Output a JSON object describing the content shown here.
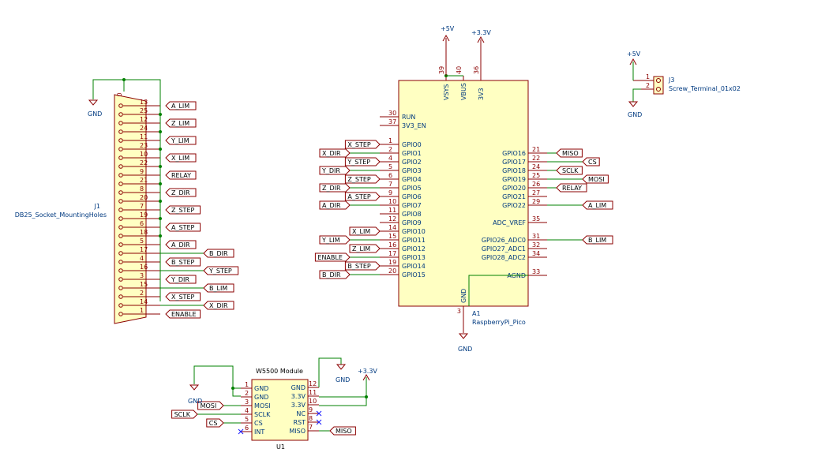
{
  "j1": {
    "ref": "J1",
    "value": "DB25_Socket_MountingHoles",
    "mount_pin": "0",
    "pins": [
      {
        "num": "13",
        "label": "A_LIM"
      },
      {
        "num": "25",
        "label": ""
      },
      {
        "num": "12",
        "label": "Z_LIM"
      },
      {
        "num": "24",
        "label": ""
      },
      {
        "num": "11",
        "label": "Y_LIM"
      },
      {
        "num": "23",
        "label": ""
      },
      {
        "num": "10",
        "label": "X_LIM"
      },
      {
        "num": "22",
        "label": ""
      },
      {
        "num": "9",
        "label": "RELAY"
      },
      {
        "num": "21",
        "label": ""
      },
      {
        "num": "8",
        "label": "Z_DIR"
      },
      {
        "num": "20",
        "label": ""
      },
      {
        "num": "7",
        "label": "Z_STEP"
      },
      {
        "num": "19",
        "label": ""
      },
      {
        "num": "6",
        "label": "A_STEP"
      },
      {
        "num": "18",
        "label": ""
      },
      {
        "num": "5",
        "label": "A_DIR"
      },
      {
        "num": "17",
        "label": "B_DIR"
      },
      {
        "num": "4",
        "label": "B_STEP"
      },
      {
        "num": "16",
        "label": "Y_STEP"
      },
      {
        "num": "3",
        "label": "Y_DIR"
      },
      {
        "num": "15",
        "label": "B_LIM"
      },
      {
        "num": "2",
        "label": "X_STEP"
      },
      {
        "num": "14",
        "label": "X_DIR"
      },
      {
        "num": "1",
        "label": "ENABLE"
      }
    ]
  },
  "a1": {
    "ref": "A1",
    "value": "RaspberryPi_Pico",
    "top_pins": [
      {
        "num": "39",
        "name": "VSYS",
        "net": "+5V"
      },
      {
        "num": "40",
        "name": "VBUS",
        "net": ""
      },
      {
        "num": "36",
        "name": "3V3",
        "net": "+3.3V"
      }
    ],
    "left_pins": [
      {
        "num": "30",
        "name": "RUN",
        "label": ""
      },
      {
        "num": "37",
        "name": "3V3_EN",
        "label": ""
      },
      {
        "num": "1",
        "name": "GPIO0",
        "label": "X_STEP"
      },
      {
        "num": "2",
        "name": "GPIO1",
        "label": "X_DIR"
      },
      {
        "num": "4",
        "name": "GPIO2",
        "label": "Y_STEP"
      },
      {
        "num": "5",
        "name": "GPIO3",
        "label": "Y_DIR"
      },
      {
        "num": "6",
        "name": "GPIO4",
        "label": "Z_STEP"
      },
      {
        "num": "7",
        "name": "GPIO5",
        "label": "Z_DIR"
      },
      {
        "num": "9",
        "name": "GPIO6",
        "label": "A_STEP"
      },
      {
        "num": "10",
        "name": "GPIO7",
        "label": "A_DIR"
      },
      {
        "num": "11",
        "name": "GPIO8",
        "label": ""
      },
      {
        "num": "12",
        "name": "GPIO9",
        "label": ""
      },
      {
        "num": "14",
        "name": "GPIO10",
        "label": "X_LIM"
      },
      {
        "num": "15",
        "name": "GPIO11",
        "label": "Y_LIM"
      },
      {
        "num": "16",
        "name": "GPIO12",
        "label": "Z_LIM"
      },
      {
        "num": "17",
        "name": "GPIO13",
        "label": "ENABLE"
      },
      {
        "num": "19",
        "name": "GPIO14",
        "label": "B_STEP"
      },
      {
        "num": "20",
        "name": "GPIO15",
        "label": "B_DIR"
      }
    ],
    "right_pins": [
      {
        "num": "21",
        "name": "GPIO16",
        "label": "MISO"
      },
      {
        "num": "22",
        "name": "GPIO17",
        "label": "CS"
      },
      {
        "num": "24",
        "name": "GPIO18",
        "label": "SCLK"
      },
      {
        "num": "25",
        "name": "GPIO19",
        "label": "MOSI"
      },
      {
        "num": "26",
        "name": "GPIO20",
        "label": "RELAY"
      },
      {
        "num": "27",
        "name": "GPIO21",
        "label": ""
      },
      {
        "num": "29",
        "name": "GPIO22",
        "label": "A_LIM"
      },
      {
        "num": "35",
        "name": "ADC_VREF",
        "label": ""
      },
      {
        "num": "31",
        "name": "GPIO26_ADC0",
        "label": "B_LIM"
      },
      {
        "num": "32",
        "name": "GPIO27_ADC1",
        "label": ""
      },
      {
        "num": "34",
        "name": "GPIO28_ADC2",
        "label": ""
      },
      {
        "num": "33",
        "name": "AGND",
        "label": ""
      }
    ],
    "gnd_pin": {
      "num": "3",
      "name": "GND",
      "net": "GND"
    }
  },
  "j3": {
    "ref": "J3",
    "value": "Screw_Terminal_01x02",
    "pins": [
      {
        "num": "1",
        "net": "+5V"
      },
      {
        "num": "2",
        "net": "GND"
      }
    ]
  },
  "u1": {
    "ref": "U1",
    "value": "W5500 Module",
    "left_pins": [
      {
        "num": "1",
        "name": "GND",
        "label": ""
      },
      {
        "num": "2",
        "name": "GND",
        "label": ""
      },
      {
        "num": "3",
        "name": "MOSI",
        "label": "MOSI"
      },
      {
        "num": "4",
        "name": "SCLK",
        "label": "SCLK"
      },
      {
        "num": "5",
        "name": "CS",
        "label": "CS"
      },
      {
        "num": "6",
        "name": "INT",
        "label": ""
      }
    ],
    "right_pins": [
      {
        "num": "12",
        "name": "GND",
        "label": ""
      },
      {
        "num": "11",
        "name": "3.3V",
        "label": ""
      },
      {
        "num": "10",
        "name": "3.3V",
        "label": ""
      },
      {
        "num": "9",
        "name": "NC",
        "label": ""
      },
      {
        "num": "8",
        "name": "RST",
        "label": ""
      },
      {
        "num": "7",
        "name": "MISO",
        "label": "MISO"
      }
    ]
  },
  "power": {
    "gnd": "GND",
    "v5": "+5V",
    "v33": "+3.3V"
  }
}
